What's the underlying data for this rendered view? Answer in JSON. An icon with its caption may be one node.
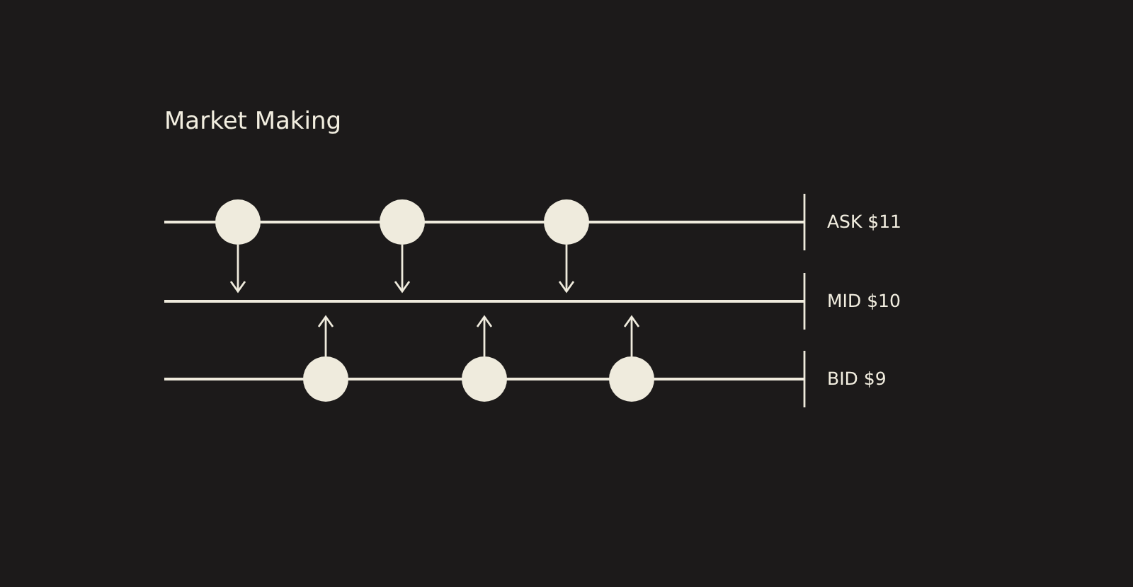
{
  "diagram": {
    "title": "Market Making",
    "nodes": [
      {
        "text": [],
        "shape": "bar",
        "beside": [
          "ASK $11"
        ]
      },
      {
        "text": [],
        "shape": "circle"
      },
      {
        "text": [],
        "shape": "circle"
      },
      {
        "text": [],
        "shape": "circle"
      },
      {
        "text": [],
        "shape": "bar",
        "beside": [
          "MID $10"
        ]
      },
      {
        "text": [],
        "shape": "bar",
        "beside": [
          "BID $9"
        ]
      },
      {
        "text": [],
        "shape": "circle"
      },
      {
        "text": [],
        "shape": "circle"
      },
      {
        "text": [],
        "shape": "circle"
      }
    ],
    "edges": [
      {
        "from": 1,
        "to": 4,
        "arrow": "to"
      },
      {
        "from": 2,
        "to": 4,
        "arrow": "to"
      },
      {
        "from": 3,
        "to": 4,
        "arrow": "to"
      },
      {
        "from": 6,
        "to": 4,
        "arrow": "to"
      },
      {
        "from": 7,
        "to": 4,
        "arrow": "to"
      },
      {
        "from": 8,
        "to": 4,
        "arrow": "to"
      }
    ]
  }
}
